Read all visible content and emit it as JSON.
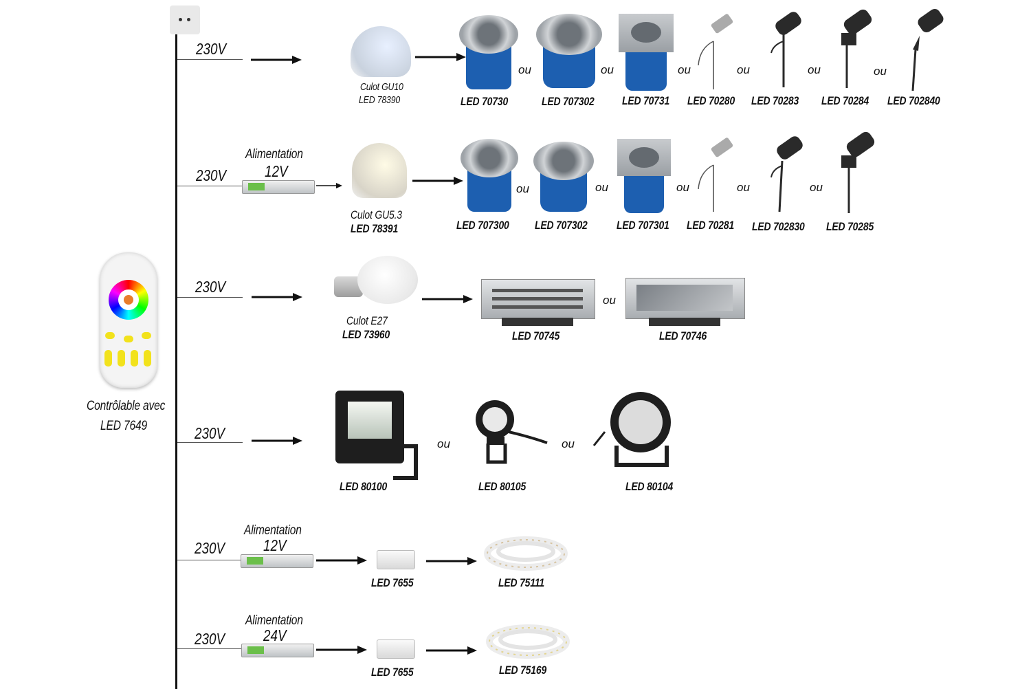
{
  "socket_icon": "power-outlet-icon",
  "remote": {
    "line1": "Contrôlable avec",
    "line2": "LED 7649"
  },
  "separator": "ou",
  "rows": [
    {
      "voltage": "230V",
      "source": {
        "line1": "Culot GU10",
        "line2": "LED 78390"
      },
      "products": [
        "LED 70730",
        "LED 707302",
        "LED 70731",
        "LED 70280",
        "LED 70283",
        "LED 70284",
        "LED 702840"
      ]
    },
    {
      "voltage": "230V",
      "power": {
        "line1": "Alimentation",
        "line2": "12V"
      },
      "source": {
        "line1": "Culot GU5.3",
        "line2": "LED 78391"
      },
      "products": [
        "LED 707300",
        "LED 707302",
        "LED 707301",
        "LED 70281",
        "LED 702830",
        "LED 70285"
      ]
    },
    {
      "voltage": "230V",
      "source": {
        "line1": "Culot E27",
        "line2": "LED 73960"
      },
      "products": [
        "LED 70745",
        "LED 70746"
      ]
    },
    {
      "voltage": "230V",
      "products": [
        "LED 80100",
        "LED 80105",
        "LED 80104"
      ]
    },
    {
      "voltage": "230V",
      "power": {
        "line1": "Alimentation",
        "line2": "12V"
      },
      "controller": "LED 7655",
      "products": [
        "LED 75111"
      ]
    },
    {
      "voltage": "230V",
      "power": {
        "line1": "Alimentation",
        "line2": "24V"
      },
      "controller": "LED 7655",
      "products": [
        "LED 75169"
      ]
    }
  ],
  "colors": {
    "lamp_blue": "#1d5fb0",
    "steel": "#b9bdc1",
    "dark": "#2a2a2a",
    "yellow": "#f2e21c"
  }
}
